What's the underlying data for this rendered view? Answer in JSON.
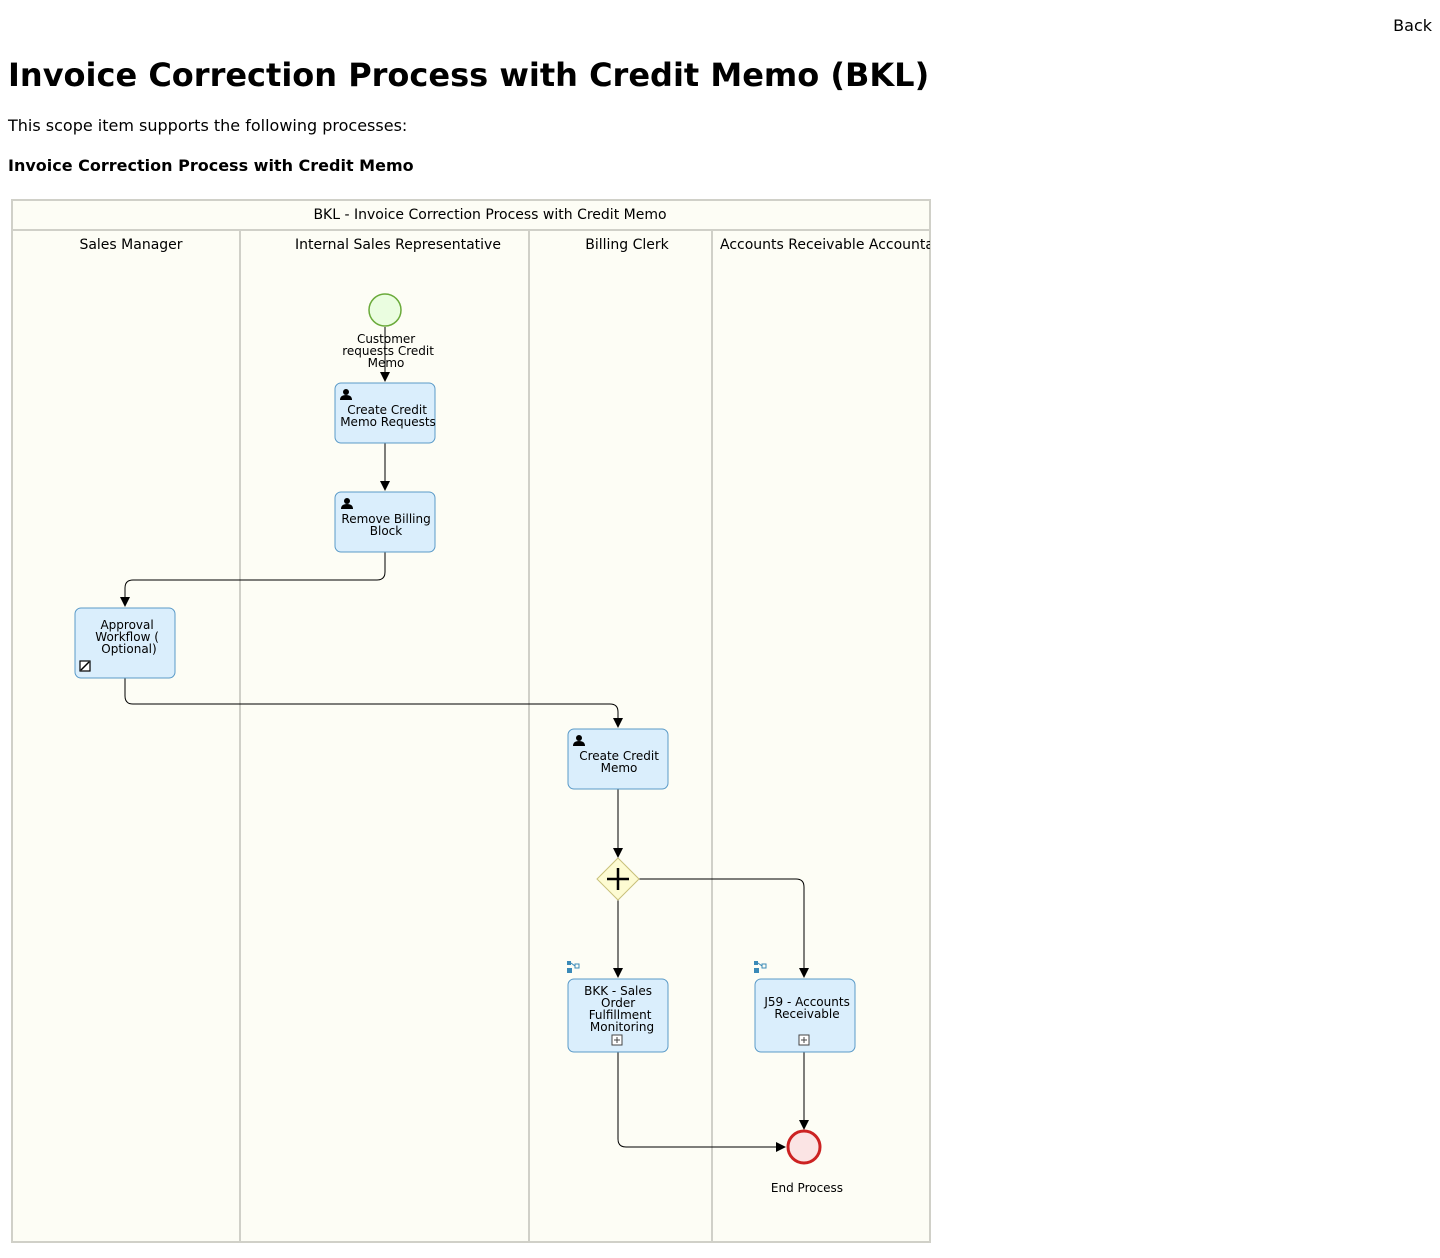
{
  "header": {
    "back_label": "Back",
    "title": "Invoice Correction Process with Credit Memo (BKL)",
    "intro": "This scope item supports the following processes:",
    "process_name": "Invoice Correction Process with Credit Memo"
  },
  "diagram": {
    "pool_title": "BKL - Invoice Correction Process with Credit Memo",
    "lanes": [
      {
        "label": "Sales Manager"
      },
      {
        "label": "Internal Sales Representative"
      },
      {
        "label": "Billing Clerk"
      },
      {
        "label": "Accounts Receivable Accounta"
      }
    ],
    "start_event": {
      "label_lines": [
        "Customer",
        "requests Credit",
        "Memo"
      ]
    },
    "tasks": {
      "create_credit_memo_requests": {
        "lines": [
          "Create Credit",
          "Memo Requests"
        ]
      },
      "remove_billing_block": {
        "lines": [
          "Remove Billing",
          "Block"
        ]
      },
      "approval_workflow": {
        "lines": [
          "Approval",
          "Workflow (",
          "Optional)"
        ]
      },
      "create_credit_memo": {
        "lines": [
          "Create Credit",
          "Memo"
        ]
      },
      "bkk_sales_order": {
        "lines": [
          "BKK - Sales",
          "Order",
          "Fulfillment",
          "Monitoring"
        ]
      },
      "j59_accounts_receivable": {
        "lines": [
          "J59 - Accounts",
          "Receivable"
        ]
      }
    },
    "end_event": {
      "label": "End Process"
    },
    "colors": {
      "pool_fill": "#fdfdf5",
      "pool_border": "#d0d0c8",
      "task_fill": "#daeefc",
      "task_border": "#5a9ac8",
      "start_fill": "#eafde0",
      "start_border": "#6aaa3a",
      "end_fill": "#fbe4e4",
      "end_border": "#cc2222",
      "gateway_fill": "#fdfbd2",
      "gateway_border": "#c8c07a"
    }
  }
}
